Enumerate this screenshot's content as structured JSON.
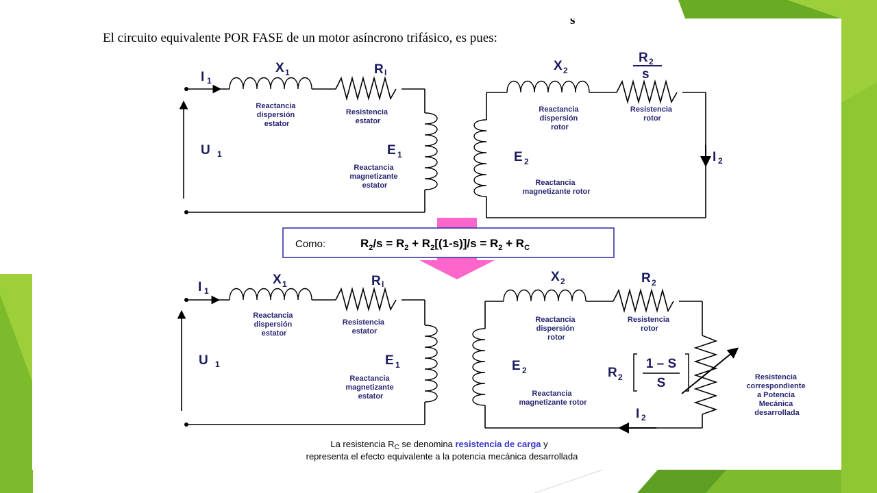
{
  "heading": {
    "top_fragment": "s",
    "text": "El circuito equivalente POR FASE de un motor asíncrono trifásico, es pues:"
  },
  "stator": {
    "current": "I",
    "current_sub": "1",
    "voltage": "U",
    "voltage_sub": "1",
    "reactance_symbol": "X",
    "reactance_sub": "1",
    "resistance_symbol": "R",
    "resistance_sub": "I",
    "emf_symbol": "E",
    "emf_sub": "1",
    "reactance_label": [
      "Reactancia",
      "dispersión",
      "estator"
    ],
    "resistance_label": [
      "Resistencia",
      "estator"
    ],
    "magnetizing_label": [
      "Reactancia",
      "magnetizante",
      "estator"
    ]
  },
  "rotor_top": {
    "reactance_symbol": "X",
    "reactance_sub": "2",
    "resistance_num": "R",
    "resistance_num_sub": "2",
    "resistance_den": "s",
    "emf_symbol": "E",
    "emf_sub": "2",
    "current": "I",
    "current_sub": "2",
    "reactance_label": [
      "Reactancia",
      "dispersión",
      "rotor"
    ],
    "resistance_label": [
      "Resistencia",
      "rotor"
    ],
    "magnetizing_label": [
      "Reactancia",
      "magnetizante rotor"
    ]
  },
  "equation": {
    "prefix": "Como:",
    "r2": "R",
    "sub2": "2",
    "part1": "/s =",
    "part2": "+",
    "part3": "[(1-s)]/s =",
    "part4": "+",
    "rc": "R",
    "subc": "C"
  },
  "rotor_bottom": {
    "reactance_symbol": "X",
    "reactance_sub": "2",
    "resistance_symbol": "R",
    "resistance_sub": "2",
    "emf_symbol": "E",
    "emf_sub": "2",
    "current": "I",
    "current_sub": "2",
    "load_prefix": "R",
    "load_prefix_sub": "2",
    "load_num": "1 – S",
    "load_den": "S",
    "reactance_label": [
      "Reactancia",
      "dispersión",
      "rotor"
    ],
    "resistance_label": [
      "Resistencia",
      "rotor"
    ],
    "magnetizing_label": [
      "Reactancia",
      "magnetizante rotor"
    ],
    "load_label": [
      "Resistencia",
      "correspondiente",
      "a Potencia",
      "Mecánica",
      "desarrollada"
    ]
  },
  "footnote": {
    "line1_a": "La resistencia R",
    "line1_sub": "C",
    "line1_b": " se denomina ",
    "line1_bold": "resistencia de carga",
    "line1_c": " y",
    "line2": "representa el efecto equivalente a la potencia mecánica desarrollada"
  },
  "colors": {
    "green_dark": "#6aab24",
    "green_light": "#9ccf3a",
    "label_navy": "#262672",
    "arrow_pink": "#ff66cc",
    "box_border": "#3333aa"
  }
}
